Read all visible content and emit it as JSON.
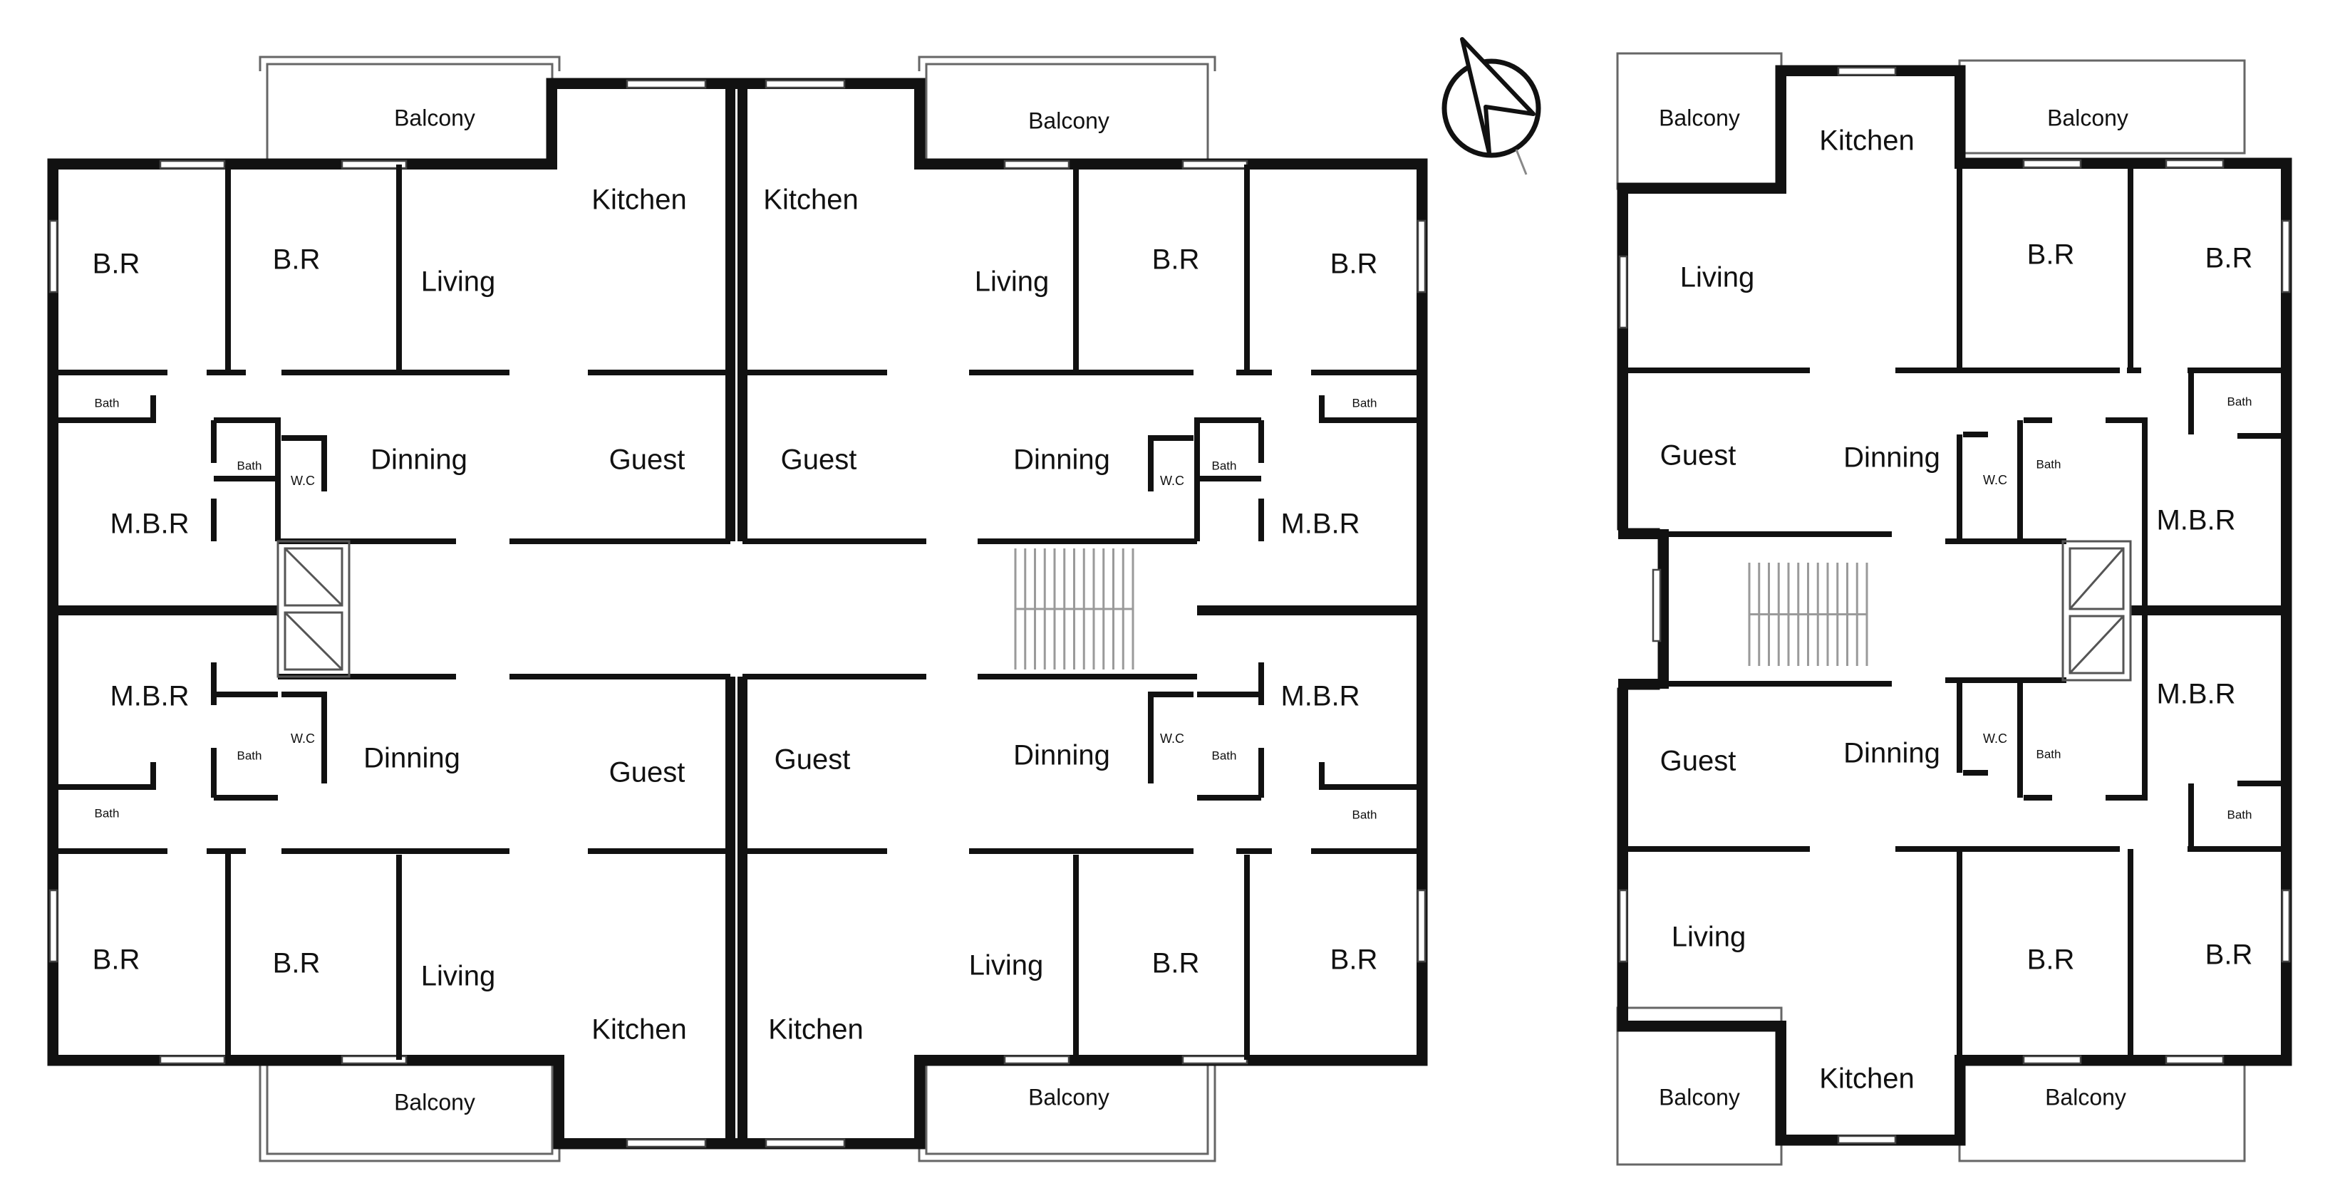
{
  "labels": {
    "balcony": "Balcony",
    "kitchen": "Kitchen",
    "living": "Living",
    "br": "B.R",
    "mbr": "M.B.R",
    "dinning": "Dinning",
    "guest": "Guest",
    "bath": "Bath",
    "wc": "W.C"
  },
  "compass": {
    "icon": "north-arrow-icon"
  }
}
